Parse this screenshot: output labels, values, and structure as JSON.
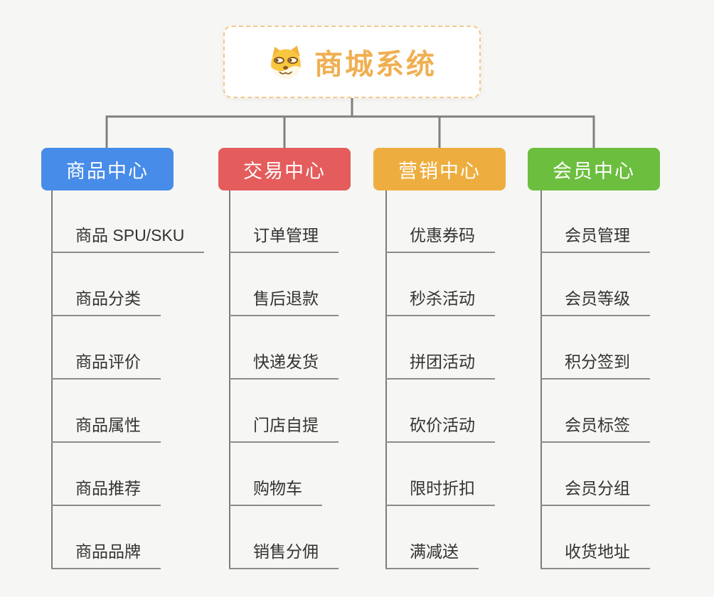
{
  "canvas": {
    "background": "#F6F6F4",
    "connector_color": "#808080"
  },
  "root": {
    "title": "商城系统",
    "icon": "doge-icon",
    "accent_color": "#F0AF52",
    "border_color": "#F5C98B"
  },
  "branches": [
    {
      "label": "商品中心",
      "color": "#478CE8",
      "items": [
        "商品 SPU/SKU",
        "商品分类",
        "商品评价",
        "商品属性",
        "商品推荐",
        "商品品牌"
      ]
    },
    {
      "label": "交易中心",
      "color": "#E45C5C",
      "items": [
        "订单管理",
        "售后退款",
        "快递发货",
        "门店自提",
        "购物车",
        "销售分佣"
      ]
    },
    {
      "label": "营销中心",
      "color": "#EDAE3F",
      "items": [
        "优惠券码",
        "秒杀活动",
        "拼团活动",
        "砍价活动",
        "限时折扣",
        "满减送"
      ]
    },
    {
      "label": "会员中心",
      "color": "#6CBE3F",
      "items": [
        "会员管理",
        "会员等级",
        "积分签到",
        "会员标签",
        "会员分组",
        "收货地址"
      ]
    }
  ]
}
